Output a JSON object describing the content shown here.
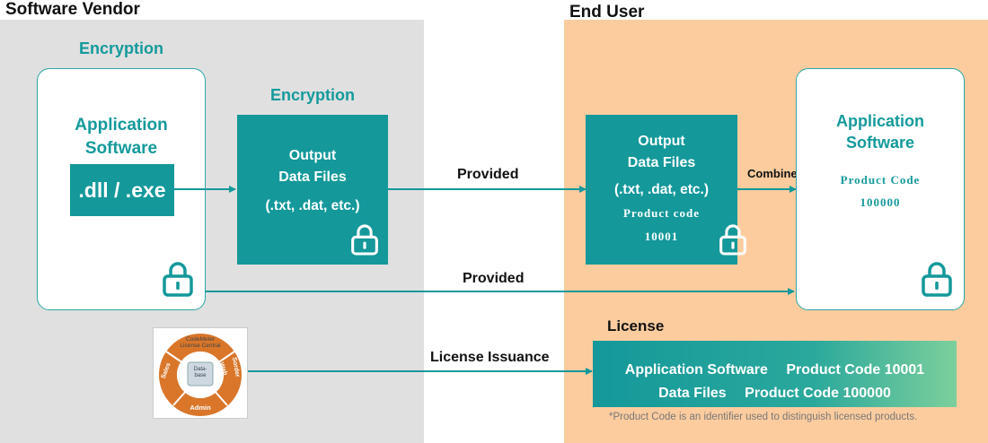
{
  "headings": {
    "vendor": "Software Vendor",
    "end_user": "End User"
  },
  "vendor": {
    "encryption_label_top": "Encryption",
    "app_card": {
      "title_line1": "Application",
      "title_line2": "Software",
      "file_type": ".dll / .exe"
    },
    "encryption_label_mid": "Encryption",
    "data_box": {
      "line1": "Output",
      "line2": "Data Files",
      "line3": "(.txt, .dat, etc.)"
    },
    "codemeter": {
      "title_line1": "CodeMeter",
      "title_line2": "License Central",
      "database_line1": "Data-",
      "database_line2": "base",
      "sales": "Sales",
      "web": "Web",
      "admin": "Admin",
      "right": "Sorder"
    }
  },
  "arrows": {
    "provided_data": "Provided",
    "provided_app": "Provided",
    "license_issuance": "License Issuance",
    "combine": "Combine"
  },
  "end_user": {
    "data_box": {
      "line1": "Output",
      "line2": "Data Files",
      "line3": "(.txt, .dat, etc.)",
      "product_code_label": "Product code",
      "product_code_value": "10001"
    },
    "app_card": {
      "title_line1": "Application",
      "title_line2": "Software",
      "product_code_label": "Product Code",
      "product_code_value": "100000"
    },
    "license": {
      "label": "License",
      "row1": "Application Software　 Product Code 10001",
      "row2": "Data Files　 Product Code 100000"
    },
    "footnote": "*Product Code is an identifier used to distinguish licensed products."
  },
  "colors": {
    "teal": "#14989a",
    "vendor_bg": "#e0e0e0",
    "user_bg": "#fccc9f",
    "orange": "#d9762a"
  }
}
